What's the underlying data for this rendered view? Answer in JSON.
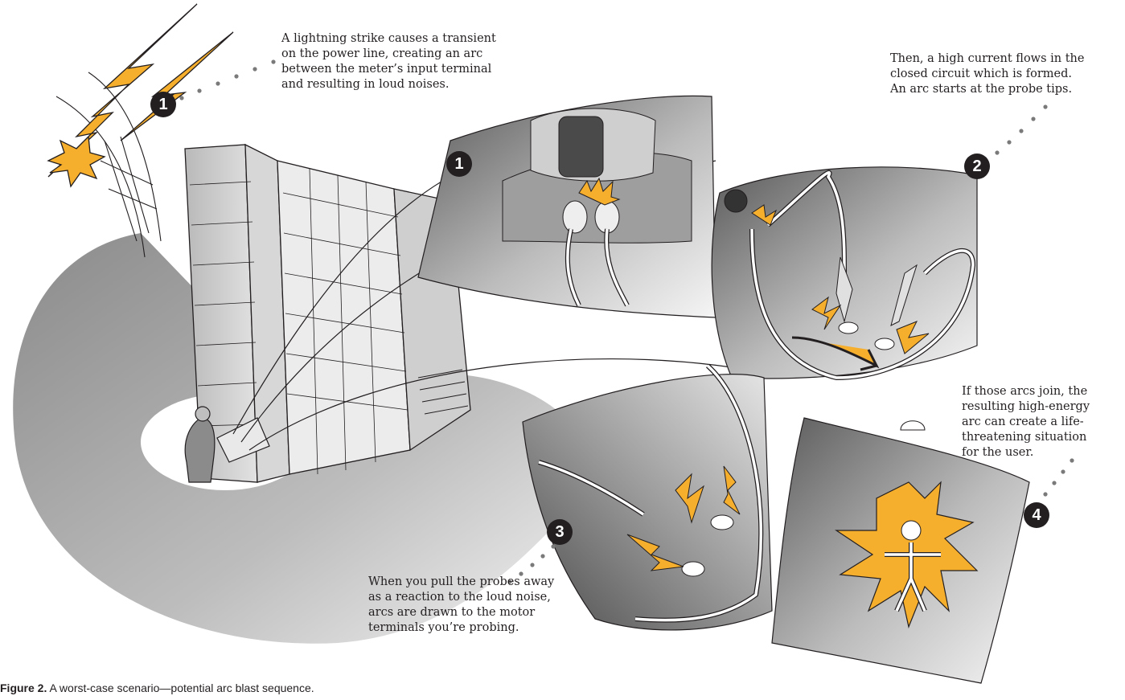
{
  "captions": {
    "step1": "A lightning strike causes a transient\non the power line, creating an arc\nbetween the meter’s input terminal\nand resulting in loud noises.",
    "step2": "Then, a high current flows in the\nclosed circuit which is formed.\nAn arc starts at the probe tips.",
    "step3": "When you pull the probes away\nas a reaction to the loud noise,\narcs are drawn to the motor\nterminals you’re probing.",
    "step4": "If those arcs join, the\nresulting high-energy\narc can create a life-\nthreatening situation\nfor the user."
  },
  "badges": {
    "b1_top": "1",
    "b1_panel": "1",
    "b2": "2",
    "b3": "3",
    "b4": "4"
  },
  "figure": {
    "label": "Figure 2.",
    "text": " A worst-case scenario—potential arc blast sequence."
  },
  "colors": {
    "arc_yellow": "#f6ae2d",
    "outline": "#231f20",
    "shade": "#9a9a9a"
  }
}
